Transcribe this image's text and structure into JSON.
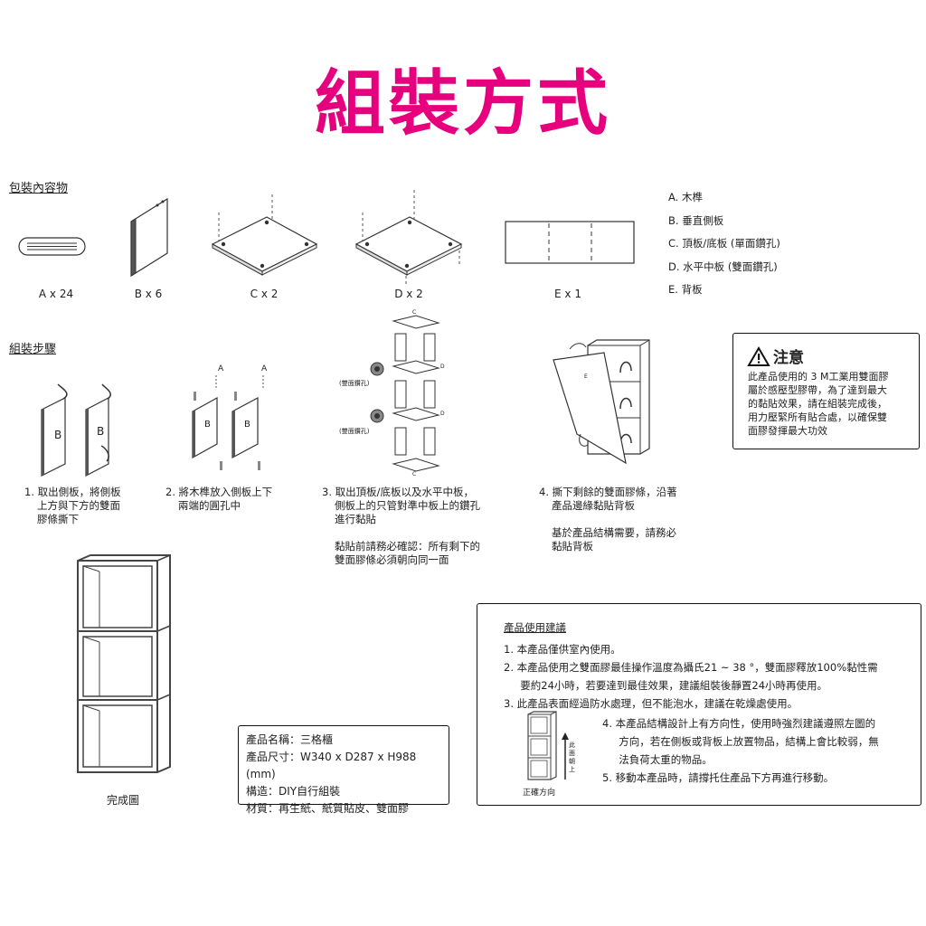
{
  "title": "組裝方式",
  "contents": {
    "heading": "包裝內容物",
    "items": [
      {
        "label": "A x 24"
      },
      {
        "label": "B x 6"
      },
      {
        "label": "C x 2"
      },
      {
        "label": "D x 2"
      },
      {
        "label": "E x 1"
      }
    ],
    "legend": [
      "A. 木榫",
      "B. 垂直側板",
      "C. 頂板/底板 (單面鑽孔)",
      "D. 水平中板 (雙面鑽孔)",
      "E. 背板"
    ]
  },
  "steps": {
    "heading": "組裝步驟",
    "list": [
      {
        "lines": [
          "1. 取出側板，將側板",
          "上方與下方的雙面",
          "膠條撕下"
        ]
      },
      {
        "lines": [
          "2. 將木榫放入側板上下",
          "兩端的圓孔中"
        ]
      },
      {
        "lines": [
          "3. 取出頂板/底板以及水平中板，",
          "側板上的只管對準中板上的鑽孔",
          "進行黏貼",
          "",
          "黏貼前請務必確認：所有剩下的",
          "雙面膠條必須朝向同一面"
        ]
      },
      {
        "lines": [
          "4. 撕下剩餘的雙面膠條，沿著",
          "產品邊緣黏貼背板",
          "",
          "基於產品結構需要，請務必",
          "黏貼背板"
        ]
      }
    ],
    "diagram_labels": {
      "b": "B",
      "a": "A",
      "c": "C",
      "d": "D",
      "e": "E",
      "double_hole": "(雙面鑽孔)"
    }
  },
  "notice": {
    "title": "注意",
    "lines": [
      "此產品使用的 3 M工業用雙面膠",
      "屬於感壓型膠帶，為了達到最大",
      "的黏貼效果，請在組裝完成後，",
      "用力壓緊所有貼合處，以確保雙",
      "面膠發揮最大功效"
    ]
  },
  "finished_label": "完成圖",
  "product_info": {
    "lines": [
      "產品名稱：三格櫃",
      "產品尺寸：W340 x D287 x H988 (mm)",
      "構造：DIY自行組裝",
      "材質：再生紙、紙質貼皮、雙面膠"
    ]
  },
  "usage": {
    "heading": "產品使用建議",
    "items": [
      {
        "lines": [
          "1.  本產品僅供室內使用。"
        ]
      },
      {
        "lines": [
          "2.  本產品使用之雙面膠最佳操作溫度為攝氏21 ~ 38 °，雙面膠釋放100%黏性需",
          "     要約24小時，若要達到最佳效果，建議組裝後靜置24小時再使用。"
        ]
      },
      {
        "lines": [
          "3.  此產品表面經過防水處理，但不能泡水，建議在乾燥處使用。"
        ]
      },
      {
        "lines": [
          "4.  本產品結構設計上有方向性，使用時強烈建議遵照左圖的",
          "     方向，若在側板或背板上放置物品，結構上會比較弱，無",
          "     法負荷太重的物品。"
        ]
      },
      {
        "lines": [
          "5.  移動本產品時，請撐托住產品下方再進行移動。"
        ]
      }
    ],
    "arrow_label": [
      "此",
      "面",
      "朝",
      "上"
    ],
    "direction_label": "正確方向"
  },
  "colors": {
    "accent": "#e6007e",
    "line": "#222222"
  }
}
